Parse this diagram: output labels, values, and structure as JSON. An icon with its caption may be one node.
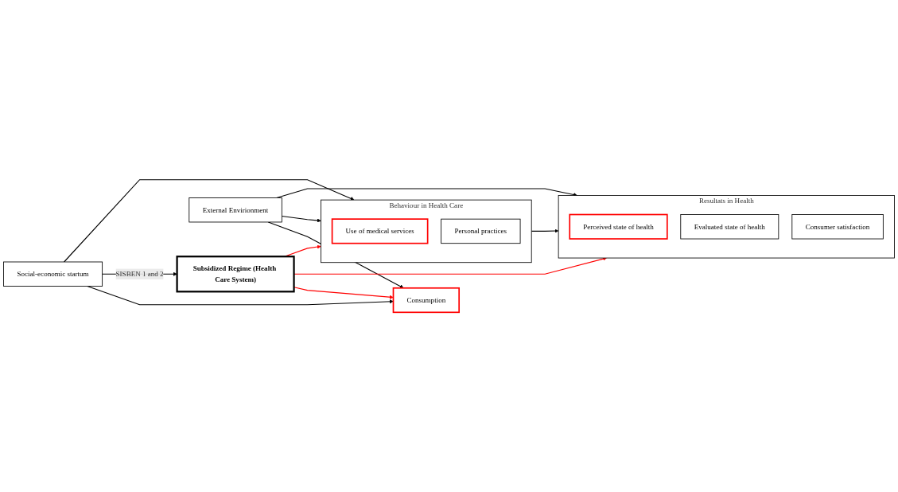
{
  "diagram": {
    "nodes": [
      {
        "text": [
          "Social-economic startum"
        ]
      },
      {
        "text": [
          "Subsidized Regime (Health Care System)"
        ]
      },
      {
        "text": [
          "Behaviour in Health Care"
        ]
      },
      {
        "text": [
          "Use of medical services"
        ],
        "in": 2
      },
      {
        "text": [
          "Personal practices"
        ],
        "in": 2
      },
      {
        "text": [
          "Resultats in Health"
        ]
      },
      {
        "text": [
          "Perceived state of health"
        ],
        "in": 5
      },
      {
        "text": [
          "Evaluated state of health"
        ],
        "in": 5
      },
      {
        "text": [
          "Consumer satisfaction"
        ],
        "in": 5
      },
      {
        "text": [
          "Consumption"
        ]
      },
      {
        "text": [
          "External Envirionment"
        ]
      }
    ],
    "edges": [
      {
        "from": 0,
        "to": 9,
        "arrow": "to"
      },
      {
        "from": 0,
        "to": 2,
        "arrow": "to"
      },
      {
        "from": 0,
        "to": 1,
        "arrow": "to",
        "label": "SISBEN 1 and 2"
      },
      {
        "from": 1,
        "to": 9,
        "arrow": "to",
        "color": "#ff0000"
      },
      {
        "from": 1,
        "to": 5,
        "arrow": "to",
        "color": "#ff0000"
      },
      {
        "from": 1,
        "to": 2,
        "arrow": "to",
        "color": "#ff0000"
      },
      {
        "from": 2,
        "to": 5,
        "arrow": "to"
      },
      {
        "from": 10,
        "to": 2,
        "arrow": "to"
      },
      {
        "from": 10,
        "to": 5,
        "arrow": "to"
      },
      {
        "from": 10,
        "to": 9,
        "arrow": "to"
      }
    ]
  }
}
